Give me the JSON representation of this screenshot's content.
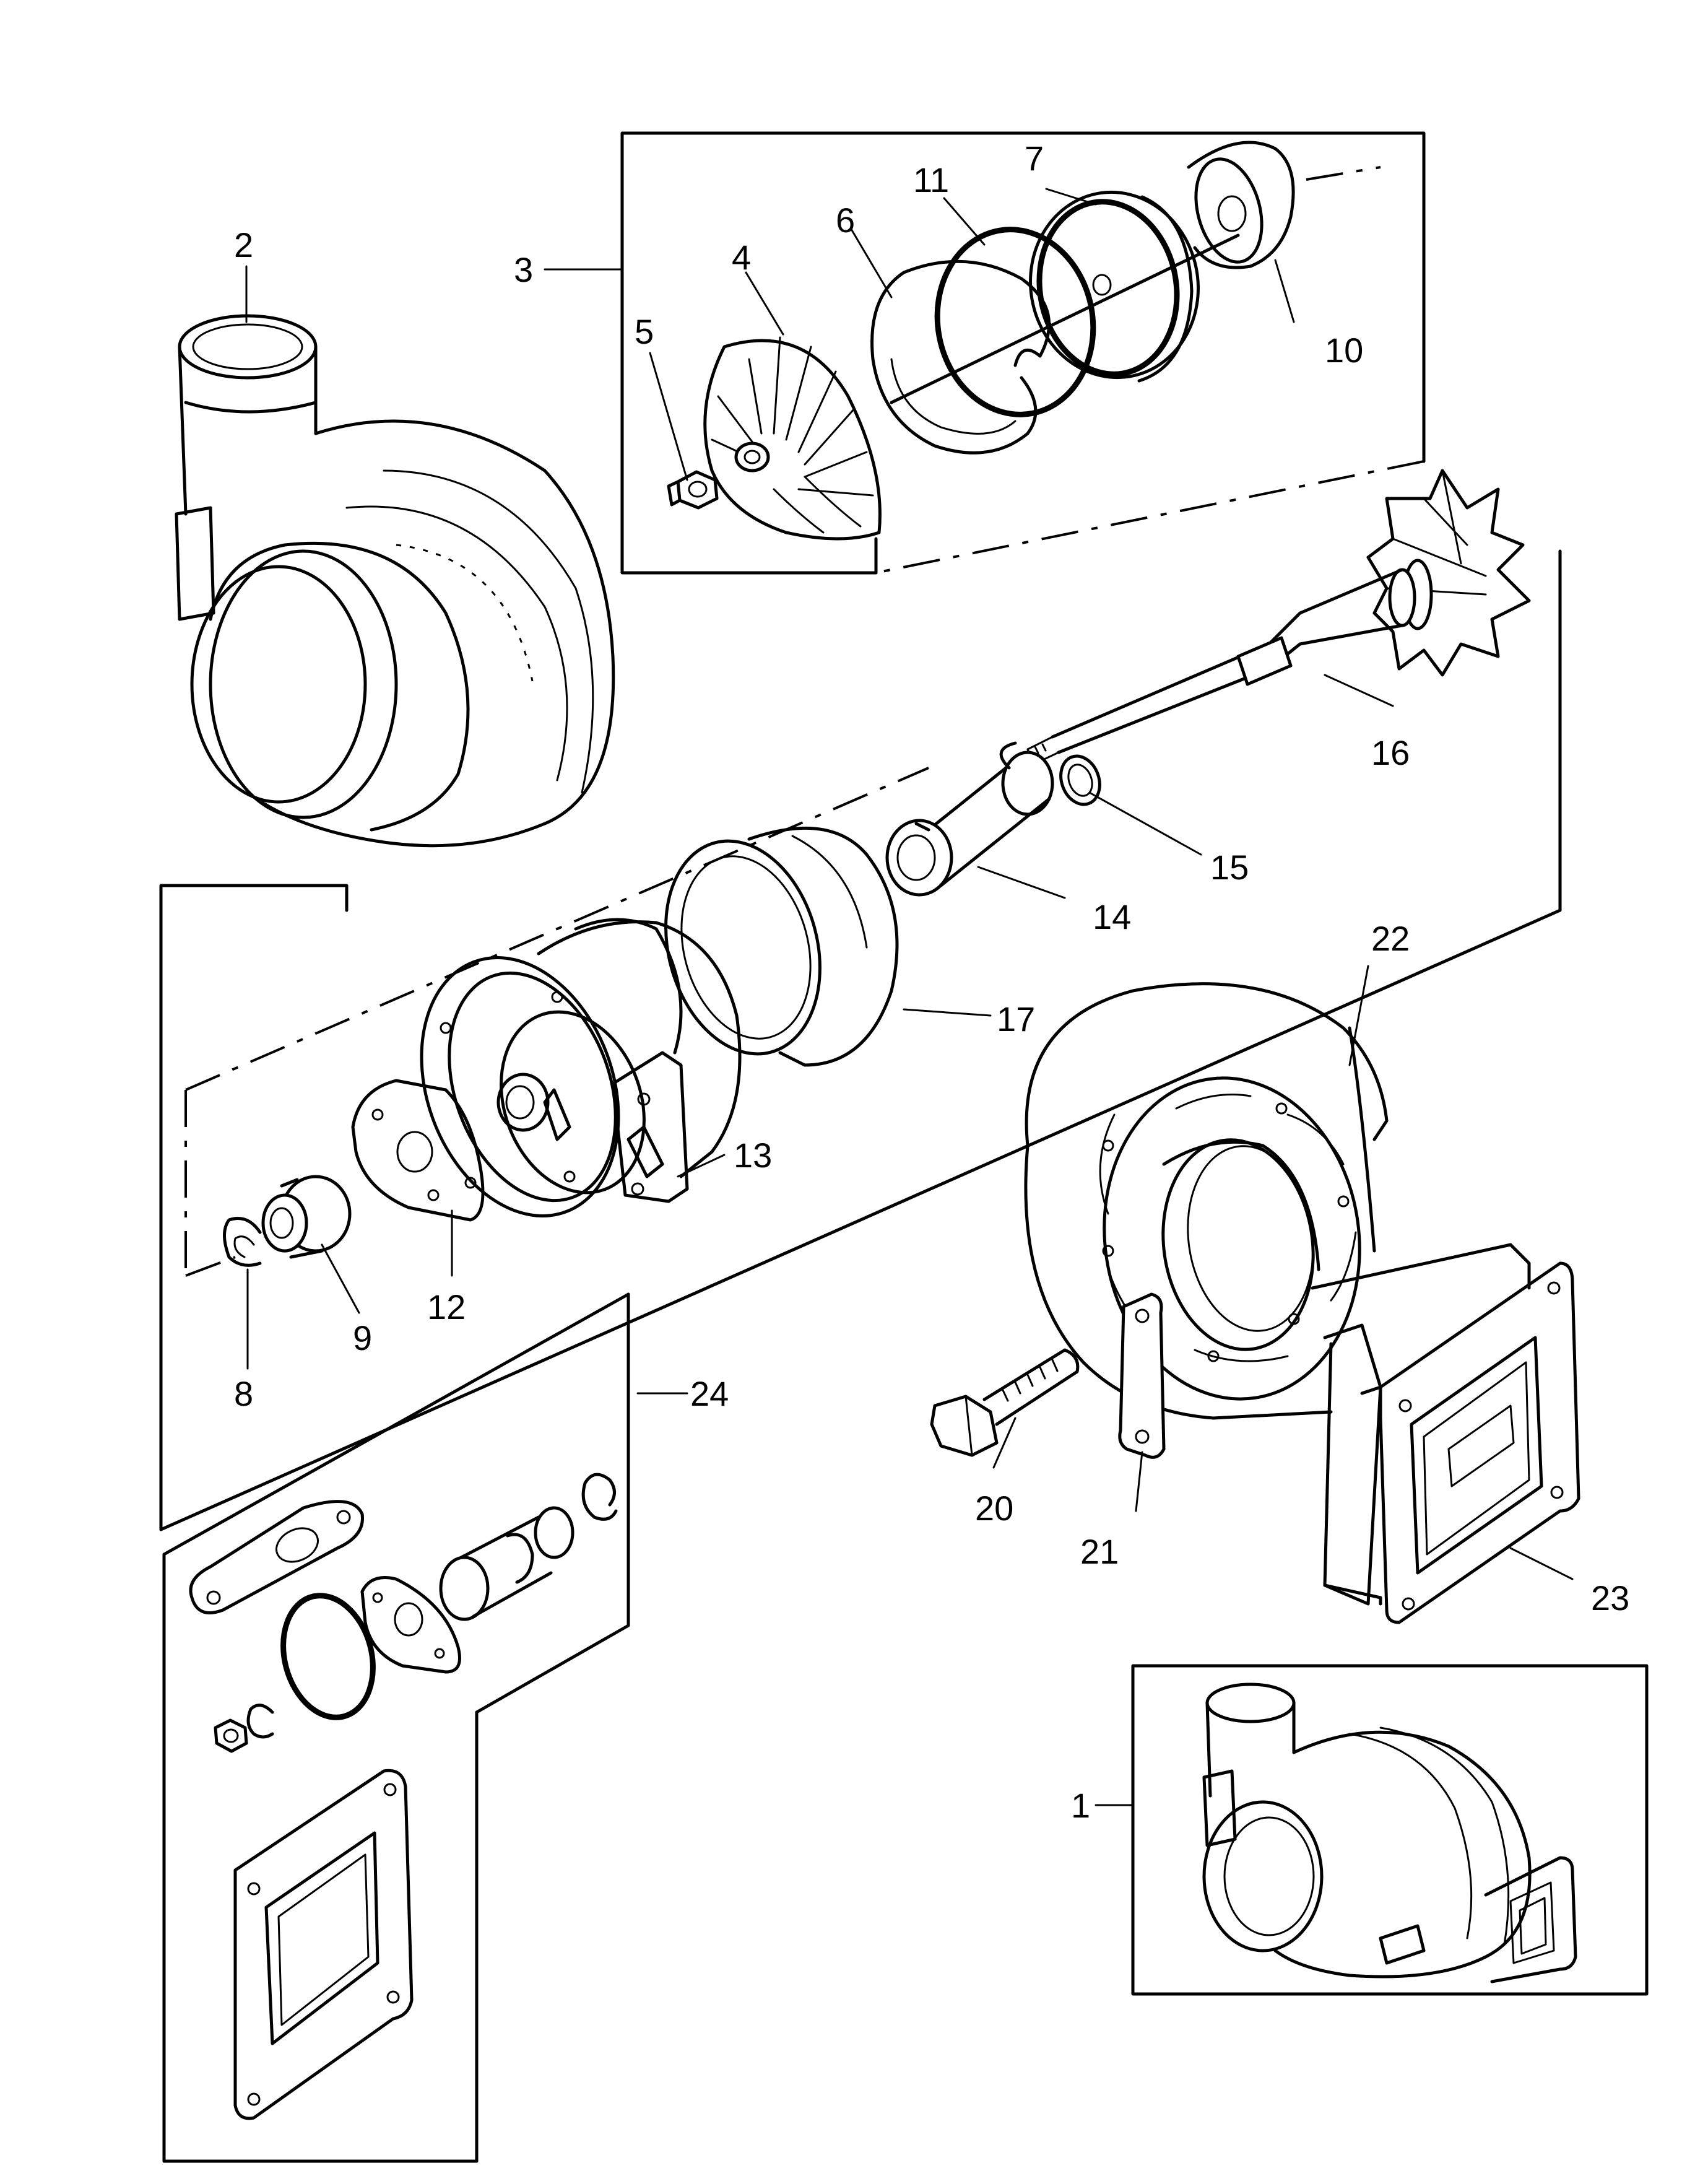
{
  "callouts": [
    {
      "id": "1",
      "label": "1"
    },
    {
      "id": "2",
      "label": "2"
    },
    {
      "id": "3",
      "label": "3"
    },
    {
      "id": "4",
      "label": "4"
    },
    {
      "id": "5",
      "label": "5"
    },
    {
      "id": "6",
      "label": "6"
    },
    {
      "id": "7",
      "label": "7"
    },
    {
      "id": "8",
      "label": "8"
    },
    {
      "id": "9",
      "label": "9"
    },
    {
      "id": "10",
      "label": "10"
    },
    {
      "id": "11",
      "label": "11"
    },
    {
      "id": "12",
      "label": "12"
    },
    {
      "id": "13",
      "label": "13"
    },
    {
      "id": "14",
      "label": "14"
    },
    {
      "id": "15",
      "label": "15"
    },
    {
      "id": "16",
      "label": "16"
    },
    {
      "id": "17",
      "label": "17"
    },
    {
      "id": "20",
      "label": "20"
    },
    {
      "id": "21",
      "label": "21"
    },
    {
      "id": "22",
      "label": "22"
    },
    {
      "id": "23",
      "label": "23"
    },
    {
      "id": "24",
      "label": "24"
    }
  ]
}
